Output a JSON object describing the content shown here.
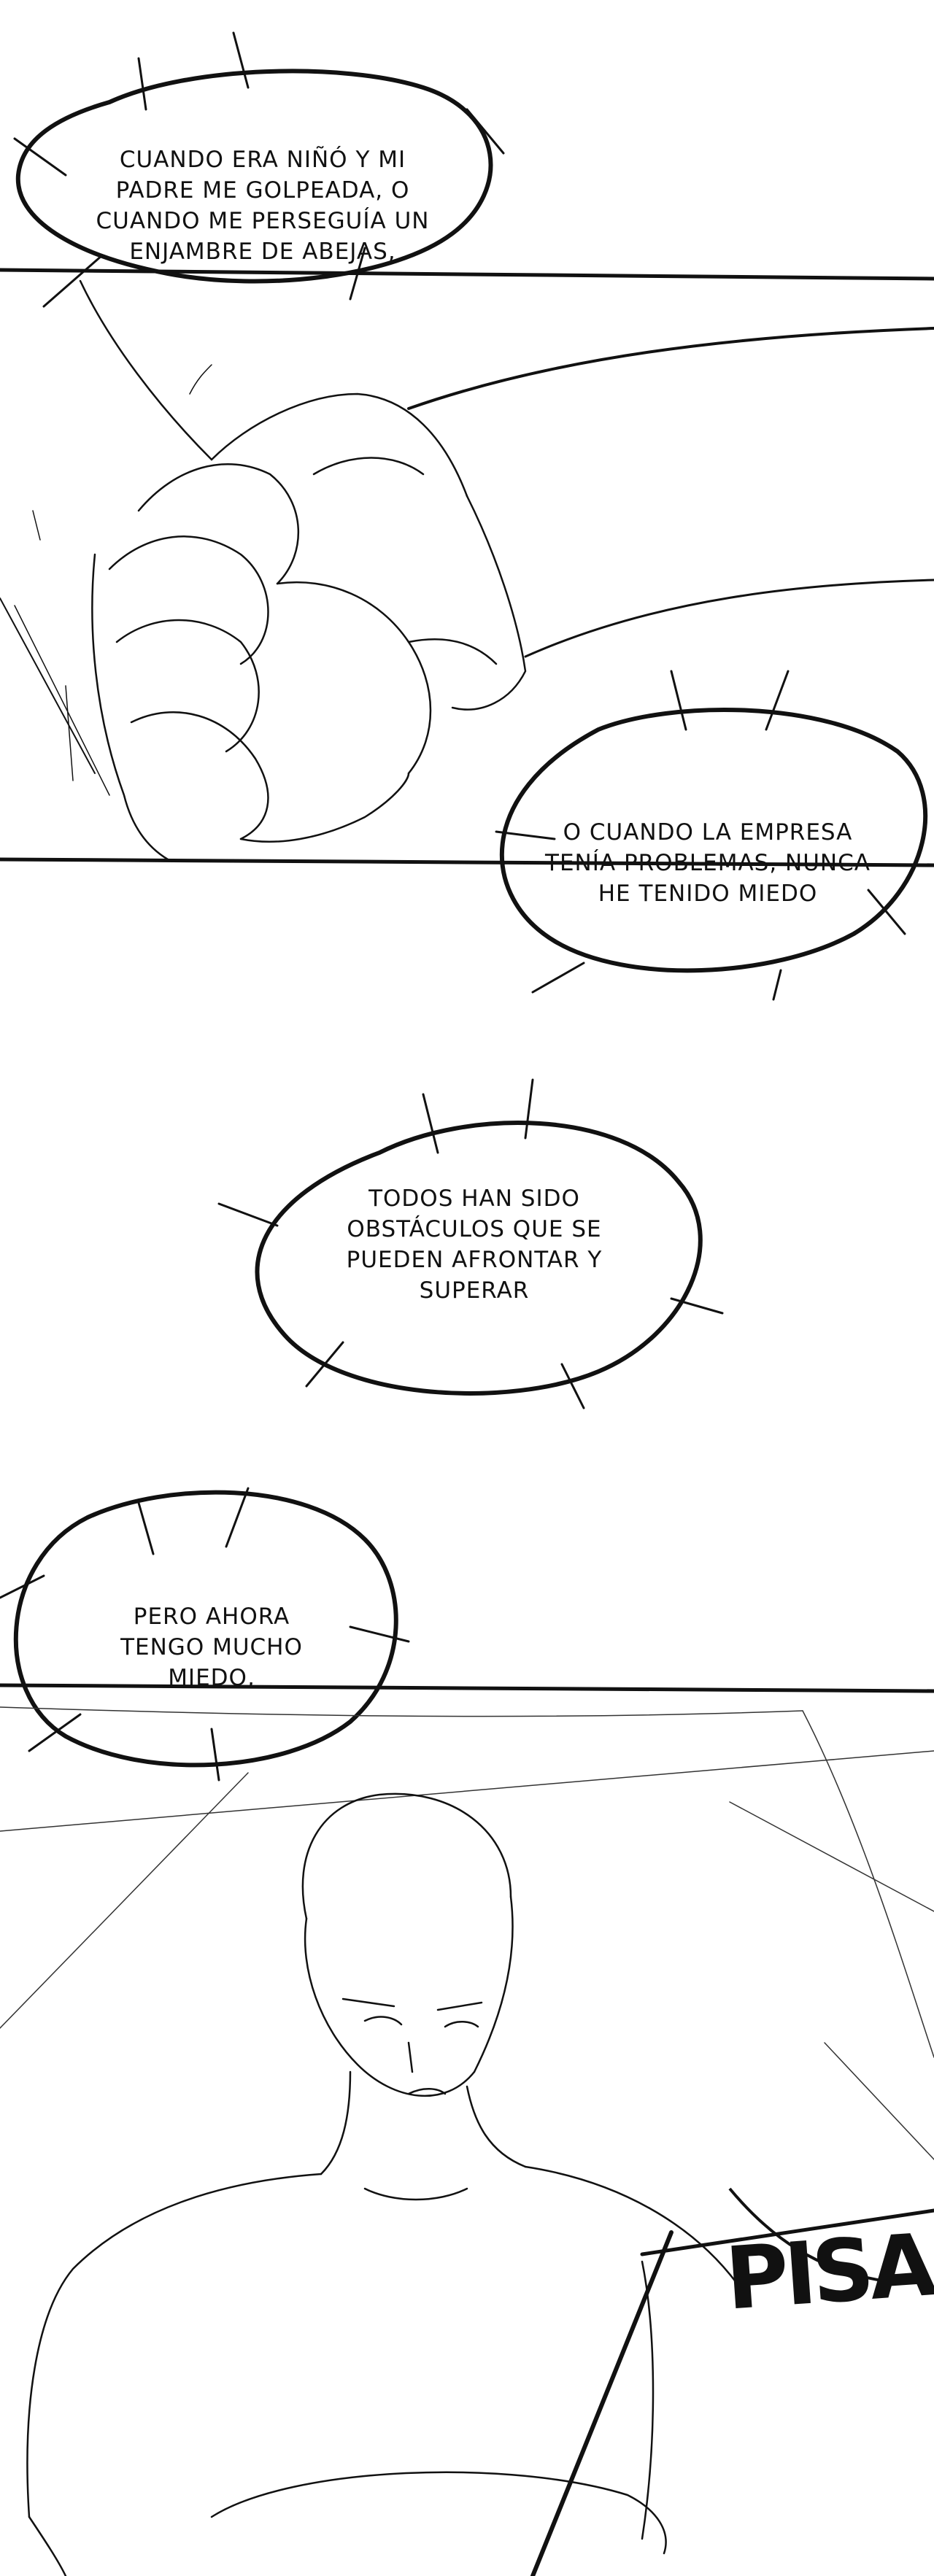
{
  "page": {
    "background": "#ffffff",
    "ink": "#111111"
  },
  "bubbles": [
    {
      "lines": [
        "CUANDO ERA NIÑÓ Y MI",
        "PADRE ME GOLPEADA, O",
        "CUANDO ME PERSEGUÍA UN",
        "ENJAMBRE DE ABEJAS,"
      ]
    },
    {
      "lines": [
        "O CUANDO LA EMPRESA",
        "TENÍA PROBLEMAS, NUNCA",
        "HE TENIDO MIEDO"
      ]
    },
    {
      "lines": [
        "TODOS HAN SIDO",
        "OBSTÁCULOS QUE SE",
        "PUEDEN AFRONTAR Y",
        "SUPERAR"
      ]
    },
    {
      "lines": [
        "PERO AHORA",
        "TENGO MUCHO",
        "MIEDO,"
      ]
    }
  ],
  "sfx": {
    "text": "PISAR"
  }
}
